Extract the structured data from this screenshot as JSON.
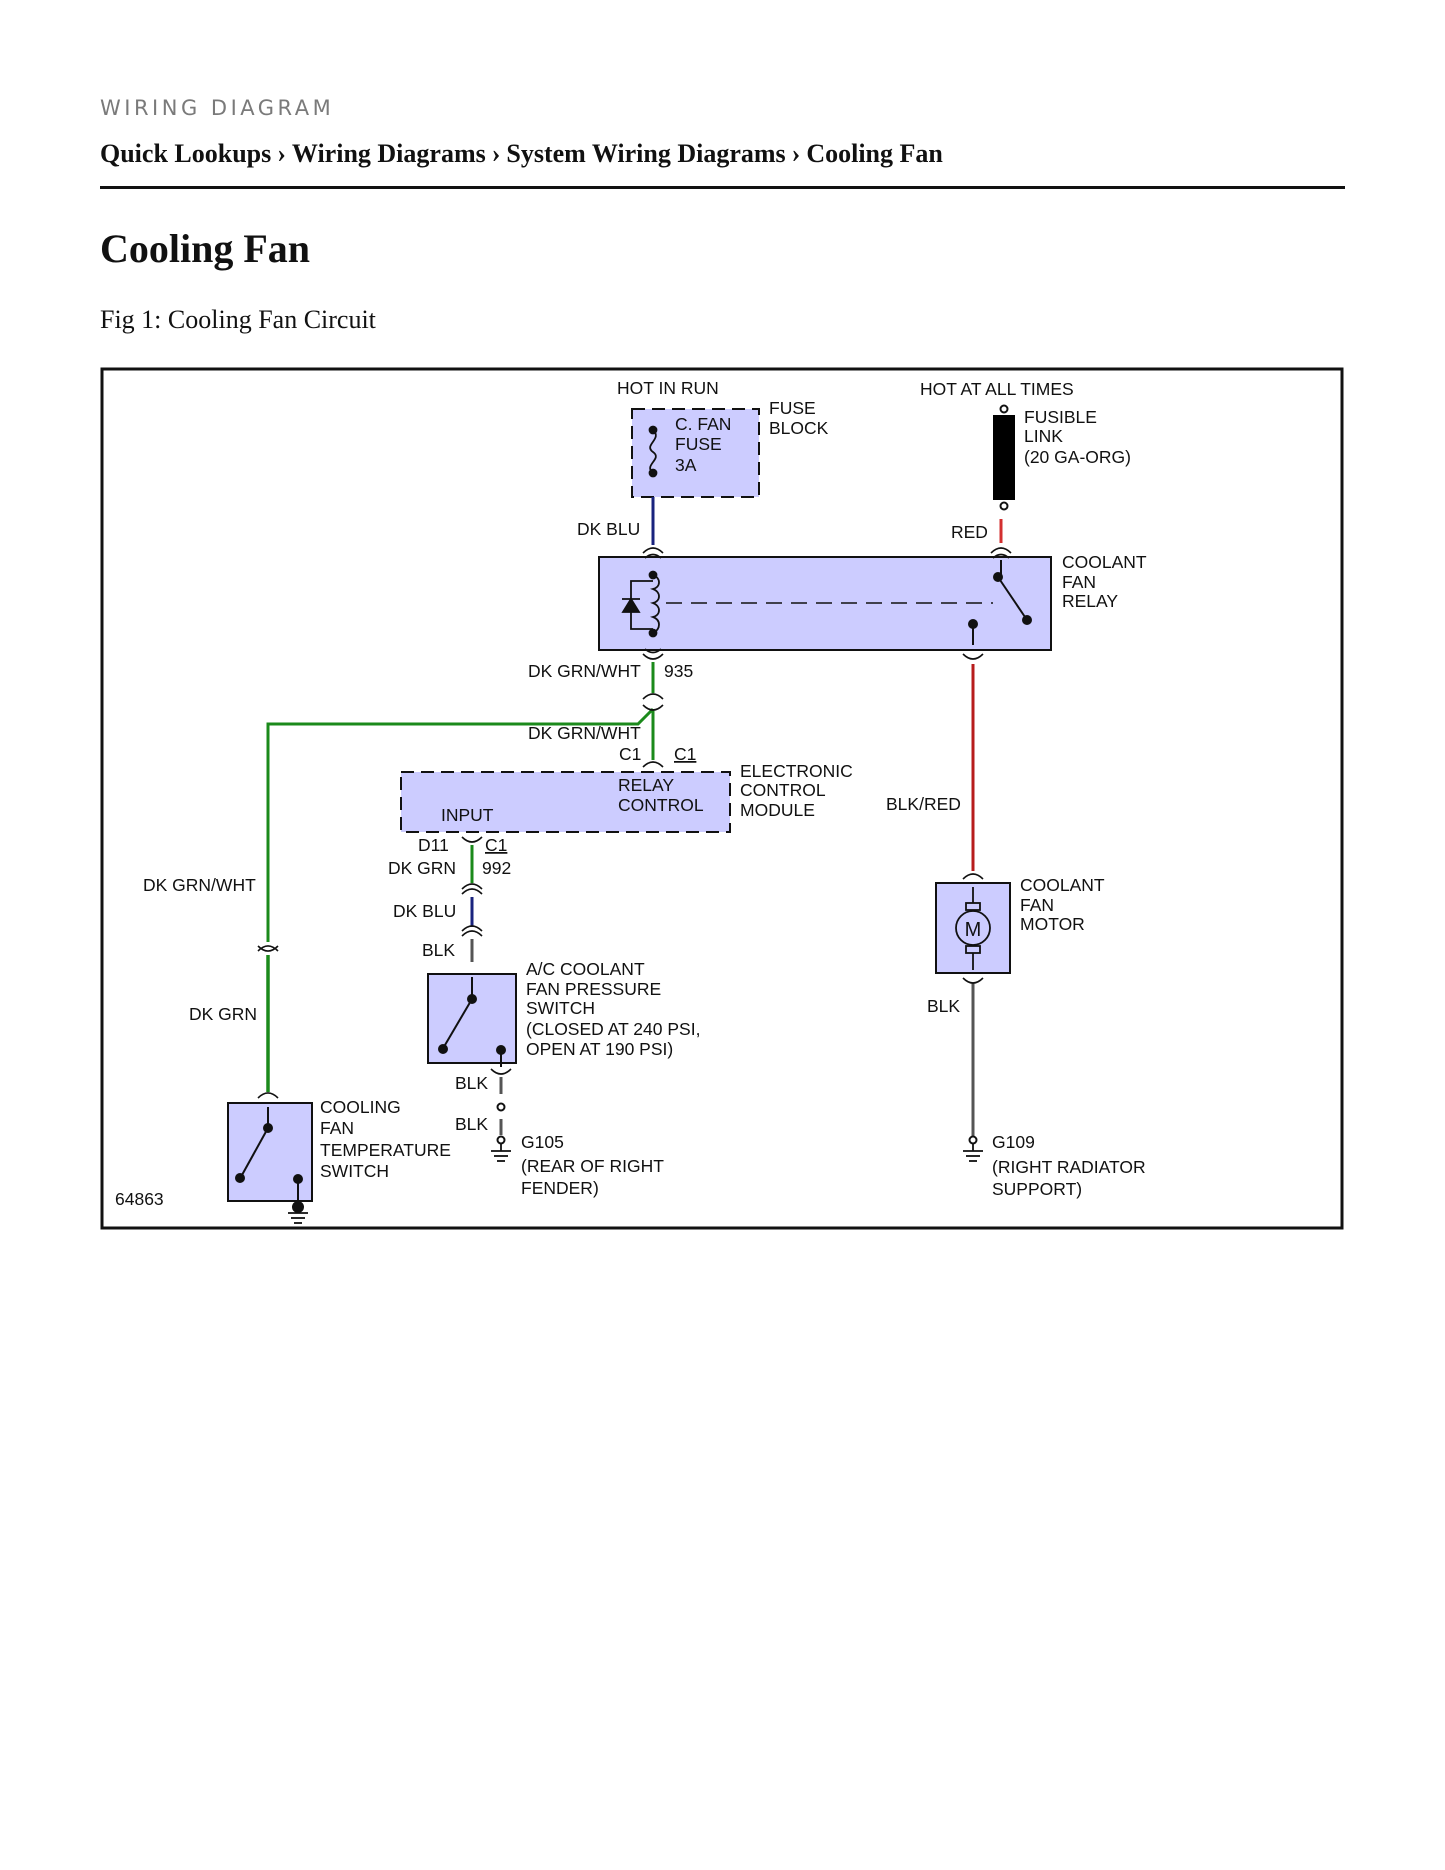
{
  "header": {
    "kicker": "WIRING DIAGRAM",
    "breadcrumb": [
      "Quick Lookups",
      "Wiring Diagrams",
      "System Wiring Diagrams",
      "Cooling Fan"
    ],
    "separator": "›"
  },
  "page_title": "Cooling Fan",
  "figure_caption": "Fig 1: Cooling Fan Circuit",
  "diagram": {
    "figure_number": "64863",
    "power": {
      "hot_in_run": "HOT IN RUN",
      "hot_at_all_times": "HOT AT ALL TIMES"
    },
    "fuse_block": {
      "fuse": [
        "C. FAN",
        "FUSE",
        "3A"
      ],
      "label": [
        "FUSE",
        "BLOCK"
      ]
    },
    "fusible_link": [
      "FUSIBLE",
      "LINK",
      "(20 GA-ORG)"
    ],
    "coolant_fan_relay": [
      "COOLANT",
      "FAN",
      "RELAY"
    ],
    "ecm": {
      "label": [
        "ELECTRONIC",
        "CONTROL",
        "MODULE"
      ],
      "relay_control": [
        "RELAY",
        "CONTROL"
      ],
      "input": "INPUT"
    },
    "ac_switch": [
      "A/C COOLANT",
      "FAN PRESSURE",
      "SWITCH",
      "(CLOSED AT 240 PSI,",
      "OPEN AT 190 PSI)"
    ],
    "temp_switch": [
      "COOLING",
      "FAN",
      "TEMPERATURE",
      "SWITCH"
    ],
    "coolant_fan_motor": [
      "COOLANT",
      "FAN",
      "MOTOR"
    ],
    "motor_symbol": "M",
    "ground_g105": [
      "G105",
      "(REAR OF RIGHT",
      "FENDER)"
    ],
    "ground_g109": [
      "G109",
      "(RIGHT RADIATOR",
      "SUPPORT)"
    ],
    "wire_labels": {
      "dk_blu": "DK BLU",
      "red": "RED",
      "dk_grn_wht_1": "DK GRN/WHT",
      "circuit_935": "935",
      "dk_grn_wht_2": "DK GRN/WHT",
      "c1_left": "C1",
      "c1_right": "C1",
      "blk_red": "BLK/RED",
      "d11": "D11",
      "c1_lower": "C1",
      "dk_grn": "DK GRN",
      "circuit_992": "992",
      "dk_blu_2": "DK BLU",
      "blk_1": "BLK",
      "dk_grn_wht_3": "DK GRN/WHT",
      "dk_grn_2": "DK GRN",
      "blk_2": "BLK",
      "blk_3": "BLK",
      "blk_motor": "BLK"
    },
    "colors": {
      "component_fill": "#ccccff",
      "wire_dk_blu": "#1a237e",
      "wire_red": "#d32f2f",
      "wire_blk_red": "#b71c1c",
      "wire_dk_grn": "#1b8a1b",
      "wire_blk": "#555555"
    }
  }
}
